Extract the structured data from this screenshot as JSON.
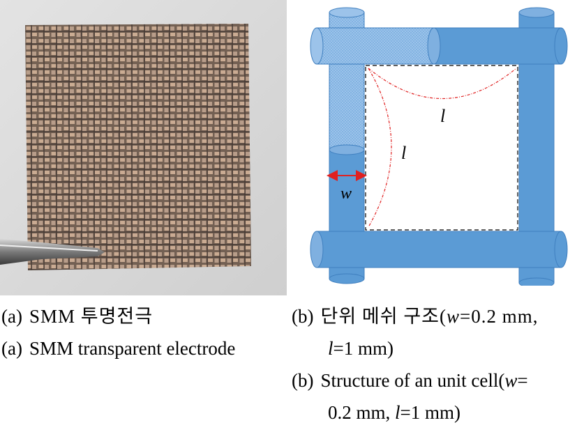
{
  "figure": {
    "panel_a": {
      "caption_ko_label": "(a)",
      "caption_ko_text": "SMM 투명전극",
      "caption_en_label": "(a)",
      "caption_en_text": "SMM transparent electrode"
    },
    "panel_b": {
      "label_w": "w",
      "label_l_top": "l",
      "label_l_left": "l",
      "caption_ko_label": "(b)",
      "caption_ko_pre": "단위 메쉬 구조(",
      "caption_ko_w": "w",
      "caption_ko_mid": "=0.2 mm,",
      "caption_ko_l": "l",
      "caption_ko_post": "=1 mm)",
      "caption_en_label": "(b)",
      "caption_en_pre": "Structure of an unit cell(",
      "caption_en_w": "w",
      "caption_en_mid": "=",
      "caption_en_line2": "0.2 mm, ",
      "caption_en_l": "l",
      "caption_en_post": "=1 mm)"
    },
    "colors": {
      "rod_fill": "#5b9bd5",
      "rod_edge": "#3f7fbf",
      "dimension_arrow": "#e02020",
      "arc": "#e02020",
      "cell_outline": "#000000",
      "photo_bg": "#d9d9d9",
      "wire": "#a0826d"
    }
  }
}
